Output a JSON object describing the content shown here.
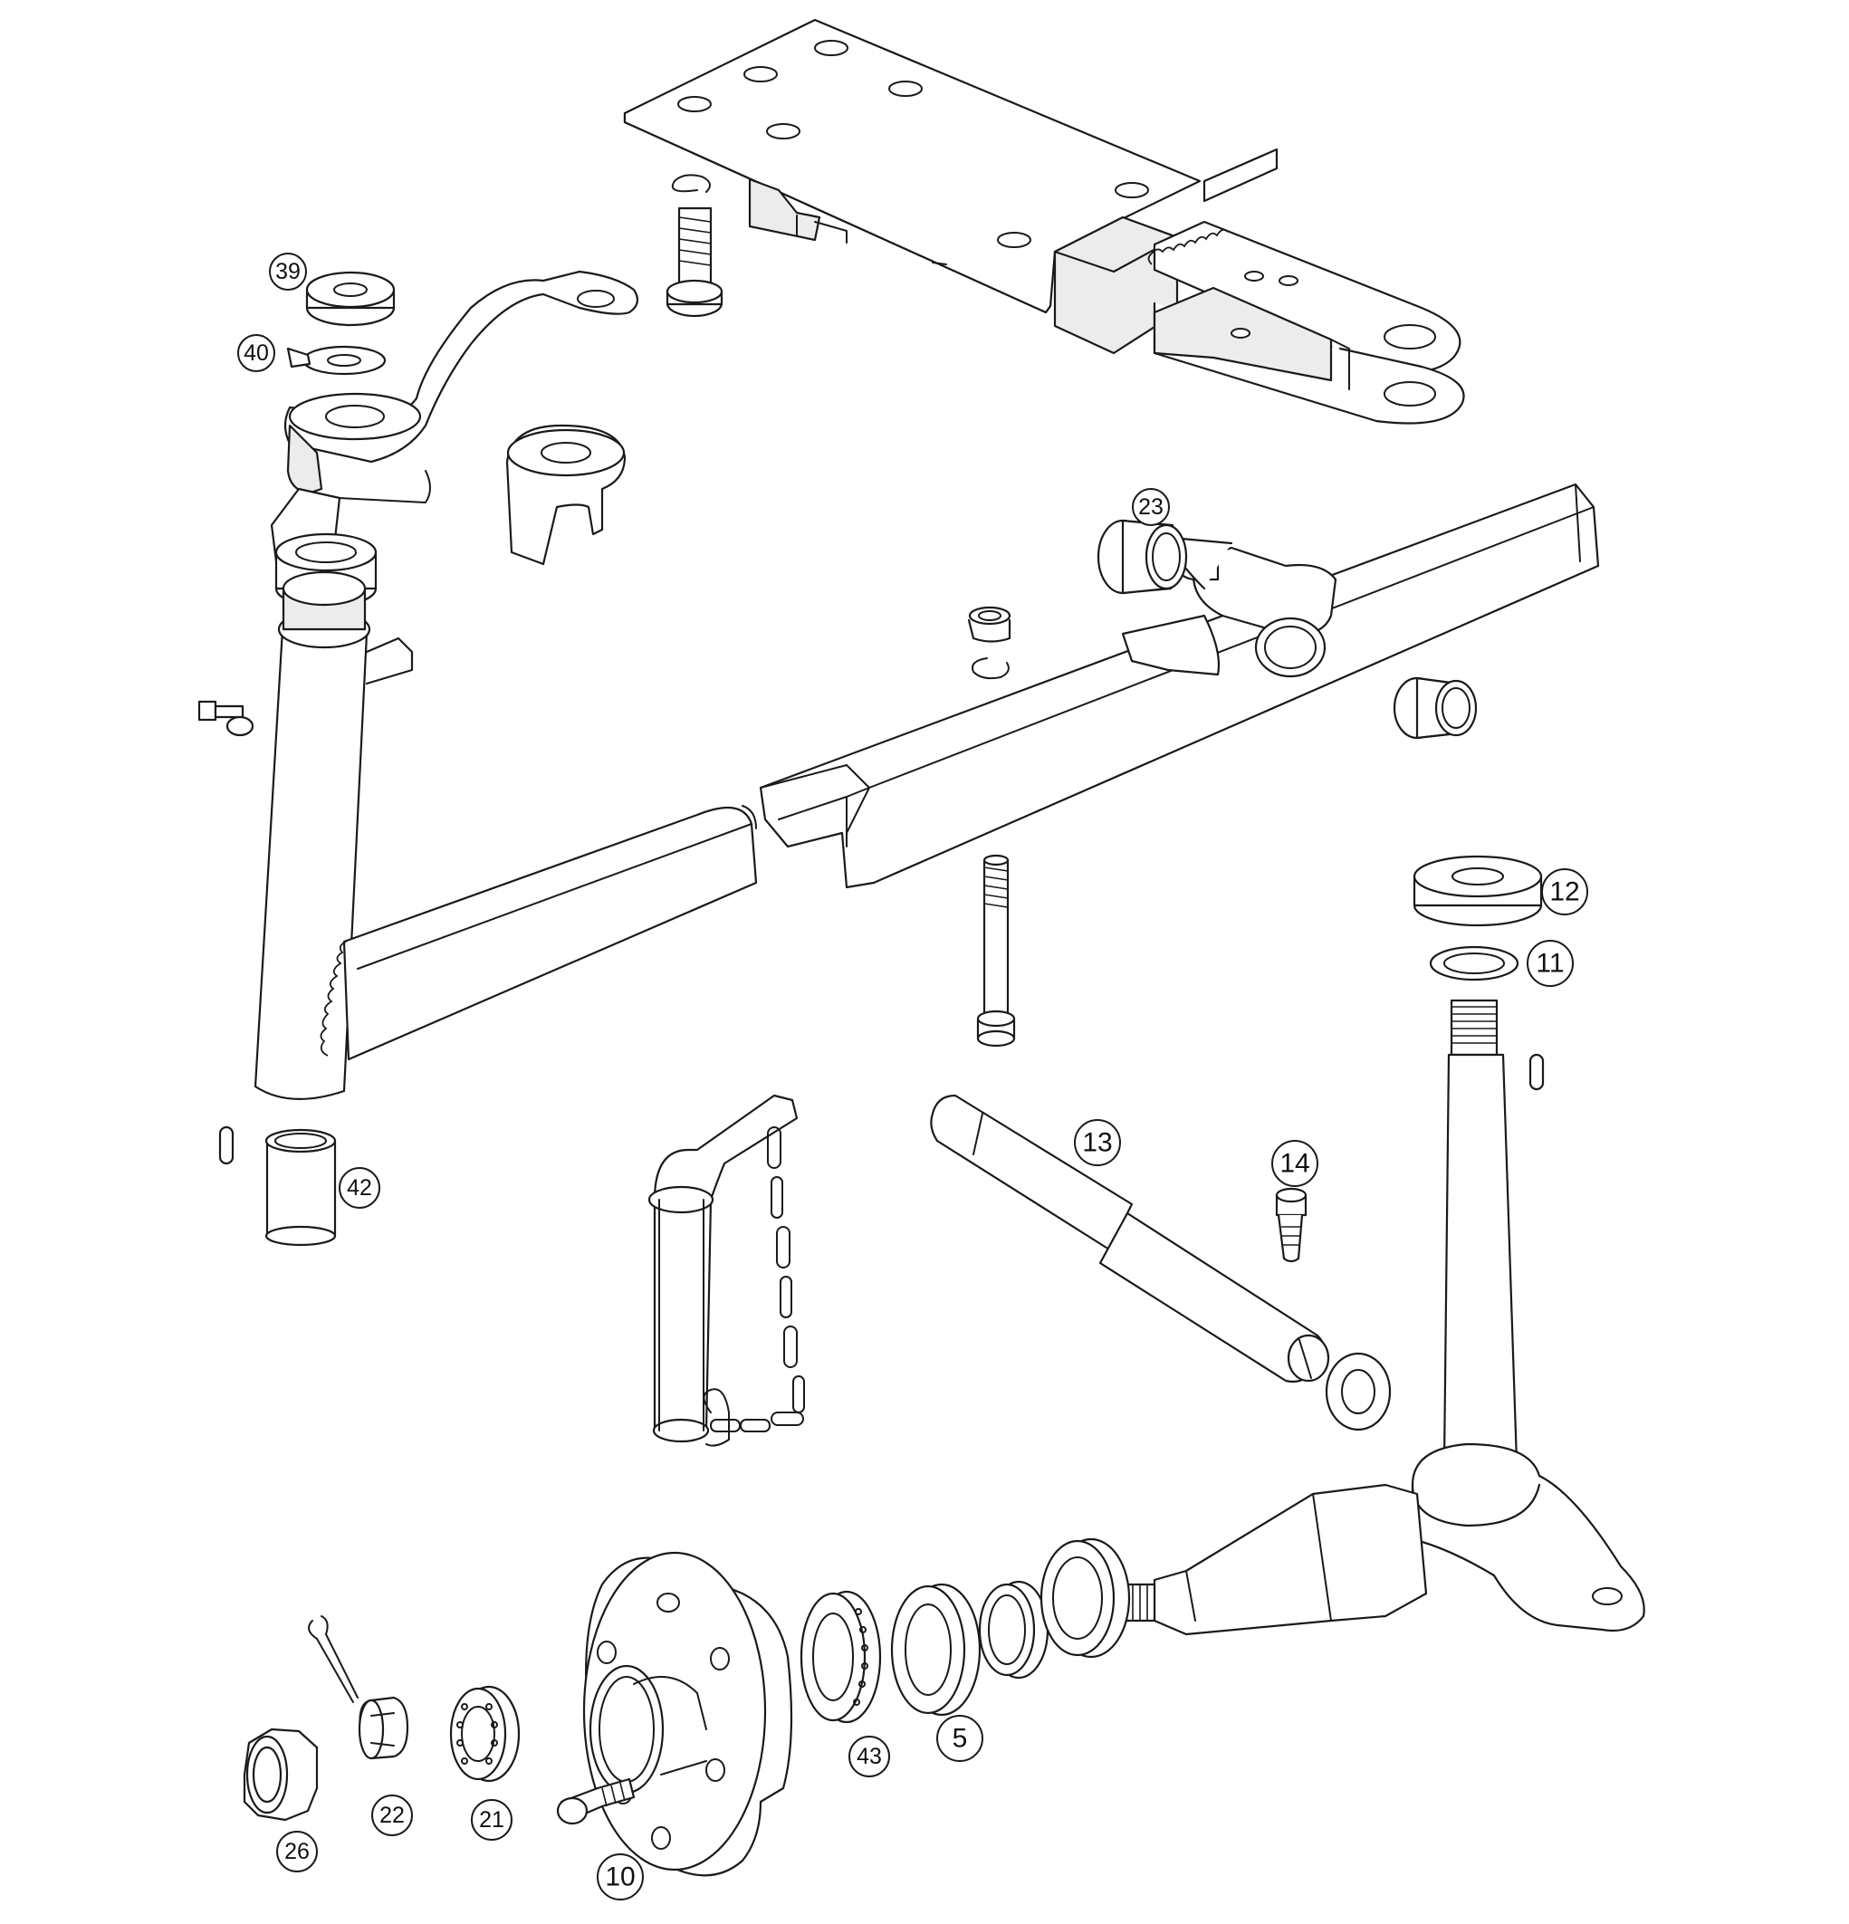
{
  "callouts": [
    {
      "id": "39",
      "label": "39"
    },
    {
      "id": "40",
      "label": "40"
    },
    {
      "id": "23",
      "label": "23"
    },
    {
      "id": "12",
      "label": "12"
    },
    {
      "id": "11",
      "label": "11"
    },
    {
      "id": "42",
      "label": "42"
    },
    {
      "id": "13",
      "label": "13"
    },
    {
      "id": "14",
      "label": "14"
    },
    {
      "id": "5",
      "label": "5"
    },
    {
      "id": "43",
      "label": "43"
    },
    {
      "id": "26",
      "label": "26"
    },
    {
      "id": "22",
      "label": "22"
    },
    {
      "id": "21",
      "label": "21"
    },
    {
      "id": "10",
      "label": "10"
    }
  ]
}
